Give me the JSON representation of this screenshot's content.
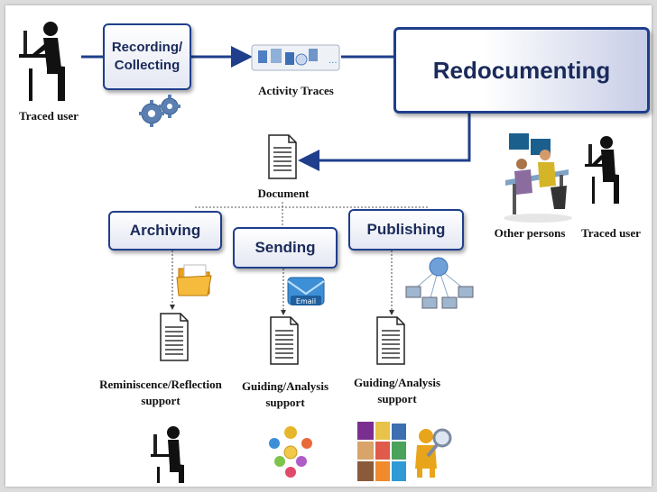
{
  "boxes": {
    "recording_line1": "Recording/",
    "recording_line2": "Collecting",
    "redocumenting": "Redocumenting",
    "archiving": "Archiving",
    "sending": "Sending",
    "publishing": "Publishing"
  },
  "captions": {
    "traced_user_top": "Traced user",
    "activity_traces": "Activity Traces",
    "document": "Document",
    "other_persons": "Other persons",
    "traced_user_right": "Traced user",
    "reminiscence_line1": "Reminiscence/Reflection",
    "reminiscence_line2": "support",
    "guiding1_line1": "Guiding/Analysis",
    "guiding1_line2": "support",
    "guiding2_line1": "Guiding/Analysis",
    "guiding2_line2": "support"
  },
  "icons": {
    "email_label": "Email",
    "traces_dots": "..."
  },
  "colors": {
    "box_border": "#1f3f8c",
    "arrow": "#1f3f8c",
    "text": "#1a2a5a"
  }
}
